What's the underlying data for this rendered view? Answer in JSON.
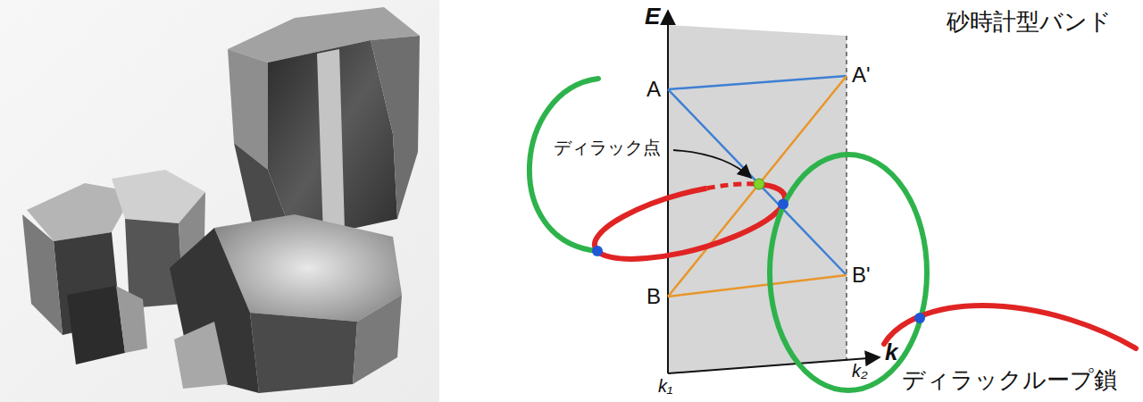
{
  "diagram": {
    "labels": [
      "E",
      "砂時計型バンド",
      "A",
      "A'",
      "ディラック点",
      "B'",
      "B",
      "k",
      "k₁",
      "k₂",
      "ディラックループ鎖"
    ]
  }
}
